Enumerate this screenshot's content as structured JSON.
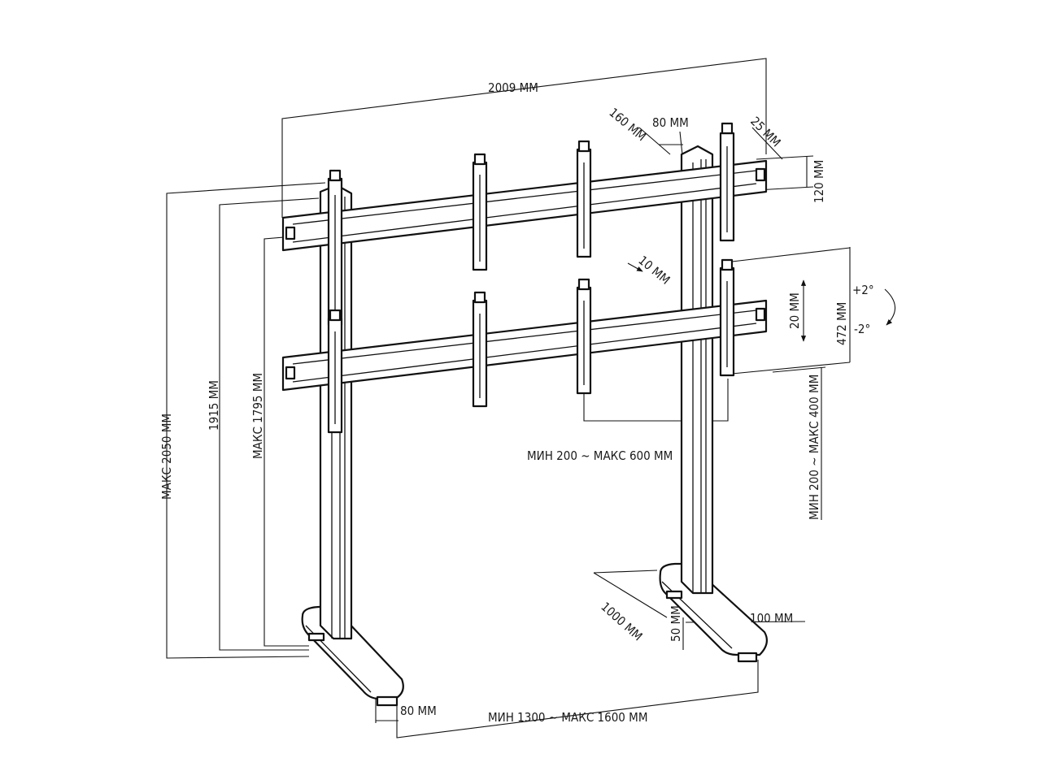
{
  "labels": {
    "total_width": "2009 ММ",
    "hole_spacing": "80 ММ",
    "bracket_offset": "160 ММ",
    "edge_offset": "25 ММ",
    "rail_height": "120 ММ",
    "depth_adjust": "10 ММ",
    "vertical_adjust": "20 ММ",
    "bracket_height": "472 ММ",
    "tilt_up": "+2°",
    "tilt_down": "-2°",
    "max_height": "МАКС 2050 ММ",
    "height_1915": "1915 ММ",
    "max_1795": "МАКС 1795 ММ",
    "horizontal_vesa": "МИН 200 ~ МАКС 600 ММ",
    "vertical_vesa": "МИН 200 ~ МАКС 400 ММ",
    "base_depth": "1000 ММ",
    "foot_height": "50 ММ",
    "foot_width": "100 ММ",
    "foot_80": "80 ММ",
    "base_width": "МИН 1300 ~ МАКС 1600 ММ"
  }
}
